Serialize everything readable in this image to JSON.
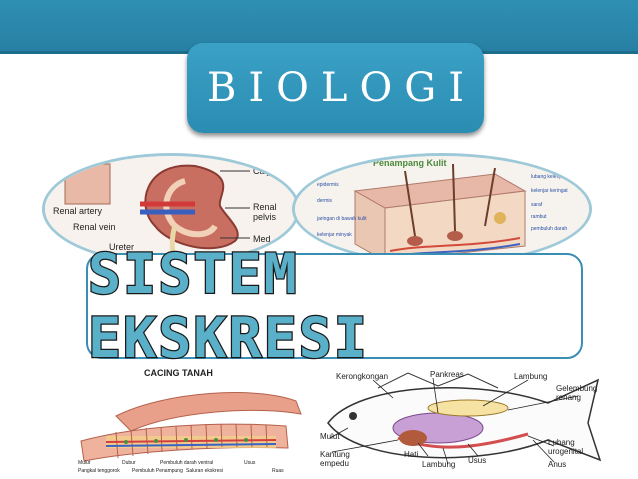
{
  "header": {
    "title": "BIOLOGI"
  },
  "main": {
    "subtitle": "SISTEM EKSKRESI"
  },
  "kidney_diagram": {
    "labels": [
      "Renal artery",
      "Renal vein",
      "Ureter",
      "Renal pelvis",
      "Caly",
      "Med"
    ]
  },
  "skin_diagram": {
    "heading": "Penampang Kulit",
    "labels": [
      "epidermis",
      "dermis",
      "jaringan di bawah kulit",
      "lubang kelenjar",
      "kelenjar keringat",
      "pembuluh darah",
      "saraf",
      "rambut",
      "kelenjar minyak"
    ]
  },
  "worm_diagram": {
    "heading": "CACING TANAH",
    "labels": [
      "Mulut",
      "Pangkal tenggorok",
      "Dubur",
      "Pembuluh darah ventral",
      "Pembuluh Penampung",
      "Saluran ekskresi",
      "Usus",
      "Ruas"
    ]
  },
  "fish_diagram": {
    "labels": [
      "Kerongkongan",
      "Pankreas",
      "Lambung",
      "Gelembung renang",
      "Mulut",
      "Kantung empedu",
      "Hati",
      "Lambung",
      "Usus",
      "Lubang urogenital",
      "Anus"
    ]
  },
  "colors": {
    "accent": "#2b8cb2",
    "subtitle_fill": "#5ab0c9",
    "border": "#3a8db3"
  }
}
